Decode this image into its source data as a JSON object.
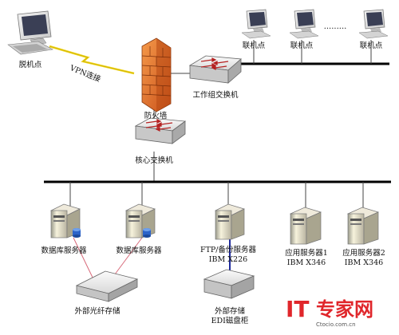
{
  "labels": {
    "offline_node": "脱机点",
    "vpn": "VPN连接",
    "firewall": "防火墙",
    "workgroup_switch": "工作组交换机",
    "online_node": "联机点",
    "dots": ".........",
    "core_switch": "核心交换机",
    "db_server": "数据库服务器",
    "ftp_server_line1": "FTP/备份服务器",
    "ftp_server_line2": "IBM X226",
    "app_server1_line1": "应用服务器1",
    "app_server2_line1": "应用服务器2",
    "ibm_x346": "IBM X346",
    "ext_fiber_storage": "外部光纤存储",
    "ext_storage_line1": "外部存储",
    "ext_storage_line2": "EDI磁盘柜"
  },
  "watermark": {
    "it": "IT",
    "cn": "专家网",
    "domain": "Ctocio.com.cn"
  },
  "colors": {
    "firewall": "#e46a1e",
    "watermark_red": "#e0262b",
    "storage_link": "#d86a7a",
    "edi_link": "#1e2a9c",
    "bus": "#000000"
  }
}
